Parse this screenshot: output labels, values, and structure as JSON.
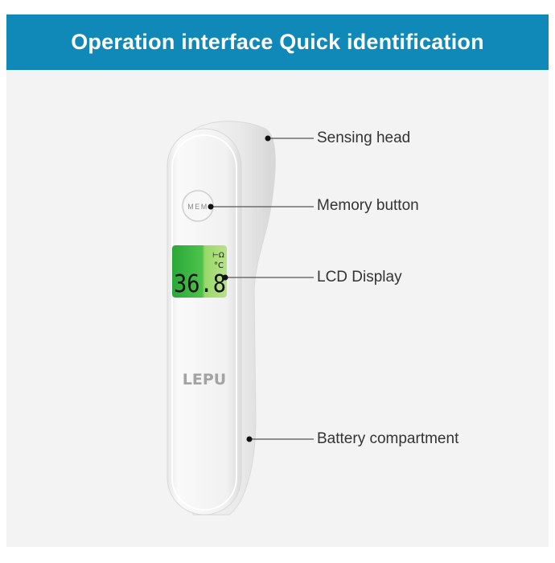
{
  "header": {
    "title": "Operation interface Quick identification"
  },
  "device": {
    "brand": "LEPU",
    "button_text": "MEM",
    "lcd_reading": "36.8",
    "lcd_unit": "°C",
    "lcd_color": "#3fc23a"
  },
  "callouts": [
    {
      "label": "Sensing head"
    },
    {
      "label": "Memory button"
    },
    {
      "label": "LCD Display"
    },
    {
      "label": "Battery compartment"
    }
  ],
  "colors": {
    "banner": "#1189b8",
    "background": "#f3f3f3"
  }
}
